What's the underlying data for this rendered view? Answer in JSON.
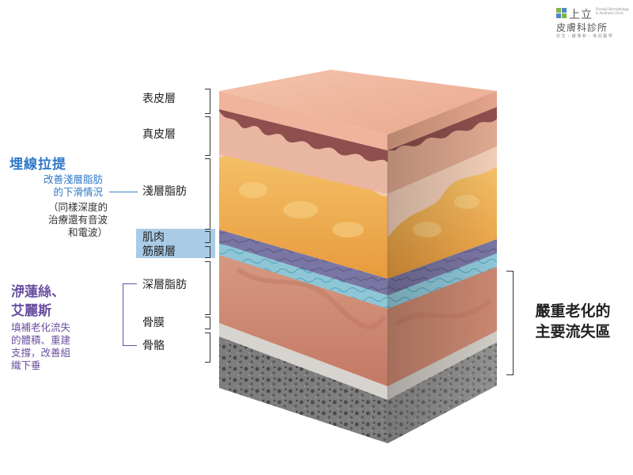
{
  "logo": {
    "name": "上立",
    "name_sub": "皮膚科診所",
    "english": "Shangli Dermatology & Aesthetic Clinic",
    "tagline": "仿 生 ・ 緩 慢 和 ・ 漸 回 醫 學"
  },
  "layers": {
    "epidermis": "表皮層",
    "dermis": "真皮層",
    "superficial_fat": "淺層脂肪",
    "muscle": "肌肉",
    "fascia": "筋膜層",
    "deep_fat": "深層脂肪",
    "periosteum": "骨膜",
    "bone": "骨骼"
  },
  "thread_lift": {
    "title": "埋線拉提",
    "desc": [
      "改善淺層脂肪",
      "的下滑情況"
    ],
    "note": [
      "（同樣深度的",
      "治療還有音波",
      "和電波）"
    ]
  },
  "fillers": {
    "title": [
      "洢蓮絲、",
      "艾麗斯"
    ],
    "desc": [
      "填補老化流失",
      "的體積、重建",
      "支撐，改善組",
      "織下垂"
    ]
  },
  "loss_zone": [
    "嚴重老化的",
    "主要流失區"
  ],
  "colors": {
    "blue": "#2f78c8",
    "purple": "#6a4fa0",
    "highlight": "#a9cbe6"
  }
}
